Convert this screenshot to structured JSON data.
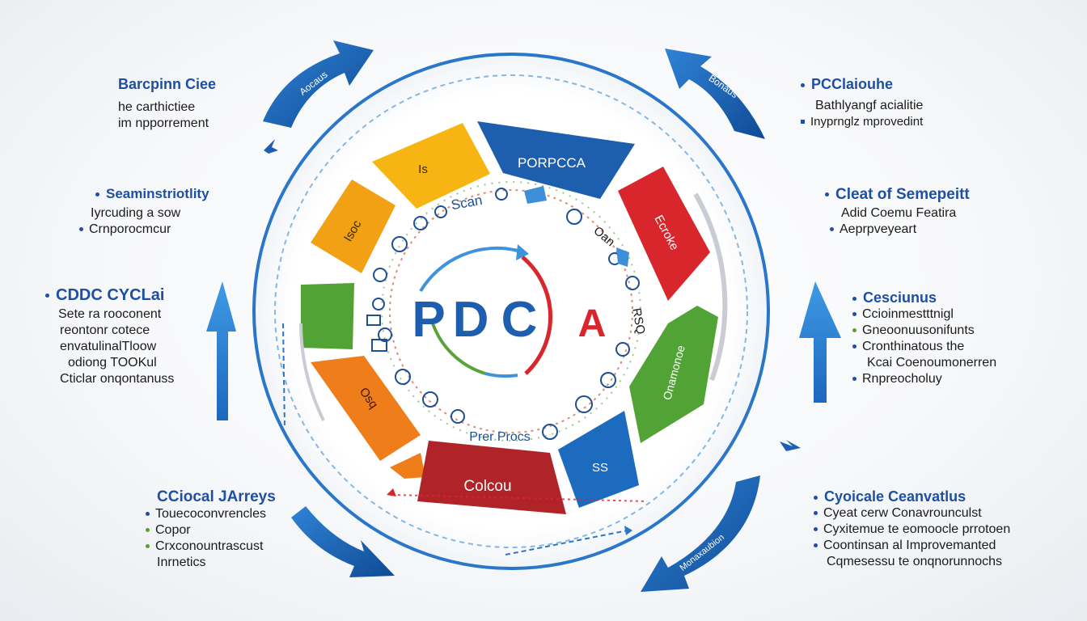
{
  "center": {
    "letters": [
      "P",
      "D",
      "C"
    ],
    "a_letter": "A"
  },
  "segments": {
    "top_blue": "PORPCCA",
    "top_yellow": "Is",
    "left_orange": "Isoc",
    "right_red": "Ecroke",
    "right_green": "Onamonoe",
    "bottom_red": "Colcou",
    "bottom_blue": "SS",
    "bottom_left_orange": "Osq"
  },
  "inner_ring": {
    "scan": "Scan",
    "process": "Prer Procs",
    "oan": "Oan",
    "rsq": "RSQ"
  },
  "arrow_labels": {
    "top_left": "Aocaus",
    "top_right": "Bonaus",
    "bottom_right": "Monaxaubion"
  },
  "panels": {
    "top_left": {
      "title": "Barcpinn Ciee",
      "lines": [
        "he carthictiee",
        "im npporrement"
      ]
    },
    "mid_left": {
      "title": "Seaminstriotlity",
      "lines": [
        "Iyrcuding a sow",
        "Crnporocmcur"
      ]
    },
    "left": {
      "title": "CDDC CYCLai",
      "lines": [
        "Sete ra rooconent",
        "reontonr cotece",
        "envatulinalTloow",
        "odiong TOOKul",
        "Cticlar onqontanuss"
      ]
    },
    "bottom_left": {
      "title": "CCiocal JArreys",
      "lines": [
        "Touecoconvrencles",
        "Copor",
        "Crxconountrascust",
        "Inrnetics"
      ]
    },
    "top_right": {
      "title": "PCClaiouhe",
      "lines": [
        "Bathlyangf acialitie",
        "Inyprnglz mprovedint"
      ]
    },
    "mid_right": {
      "title": "Cleat of Semepeitt",
      "lines": [
        "Adid Coemu Featira",
        "Aeprpveyeart"
      ]
    },
    "right": {
      "title": "Cesciunus",
      "lines": [
        "Ccioinmestttnigl",
        "Gneoonuusonifunts",
        "Cronthinatous the",
        "Kcai Coenoumonerren",
        "Rnpreocholuy"
      ]
    },
    "bottom_right": {
      "title": "Cyoicale Ceanvatlus",
      "lines": [
        "Cyeat cerw Conavrounculst",
        "Cyxitemue te eomoocle prrotoen",
        "Coontinsan al Improvemanted",
        "Cqmesessu te onqnorunnochs"
      ]
    }
  },
  "colors": {
    "blue": "#1d5fae",
    "dark_blue": "#174a8c",
    "red": "#d9262c",
    "dark_red": "#a41f24",
    "green": "#52a336",
    "yellow": "#f6b512",
    "orange": "#ef7d1a"
  }
}
